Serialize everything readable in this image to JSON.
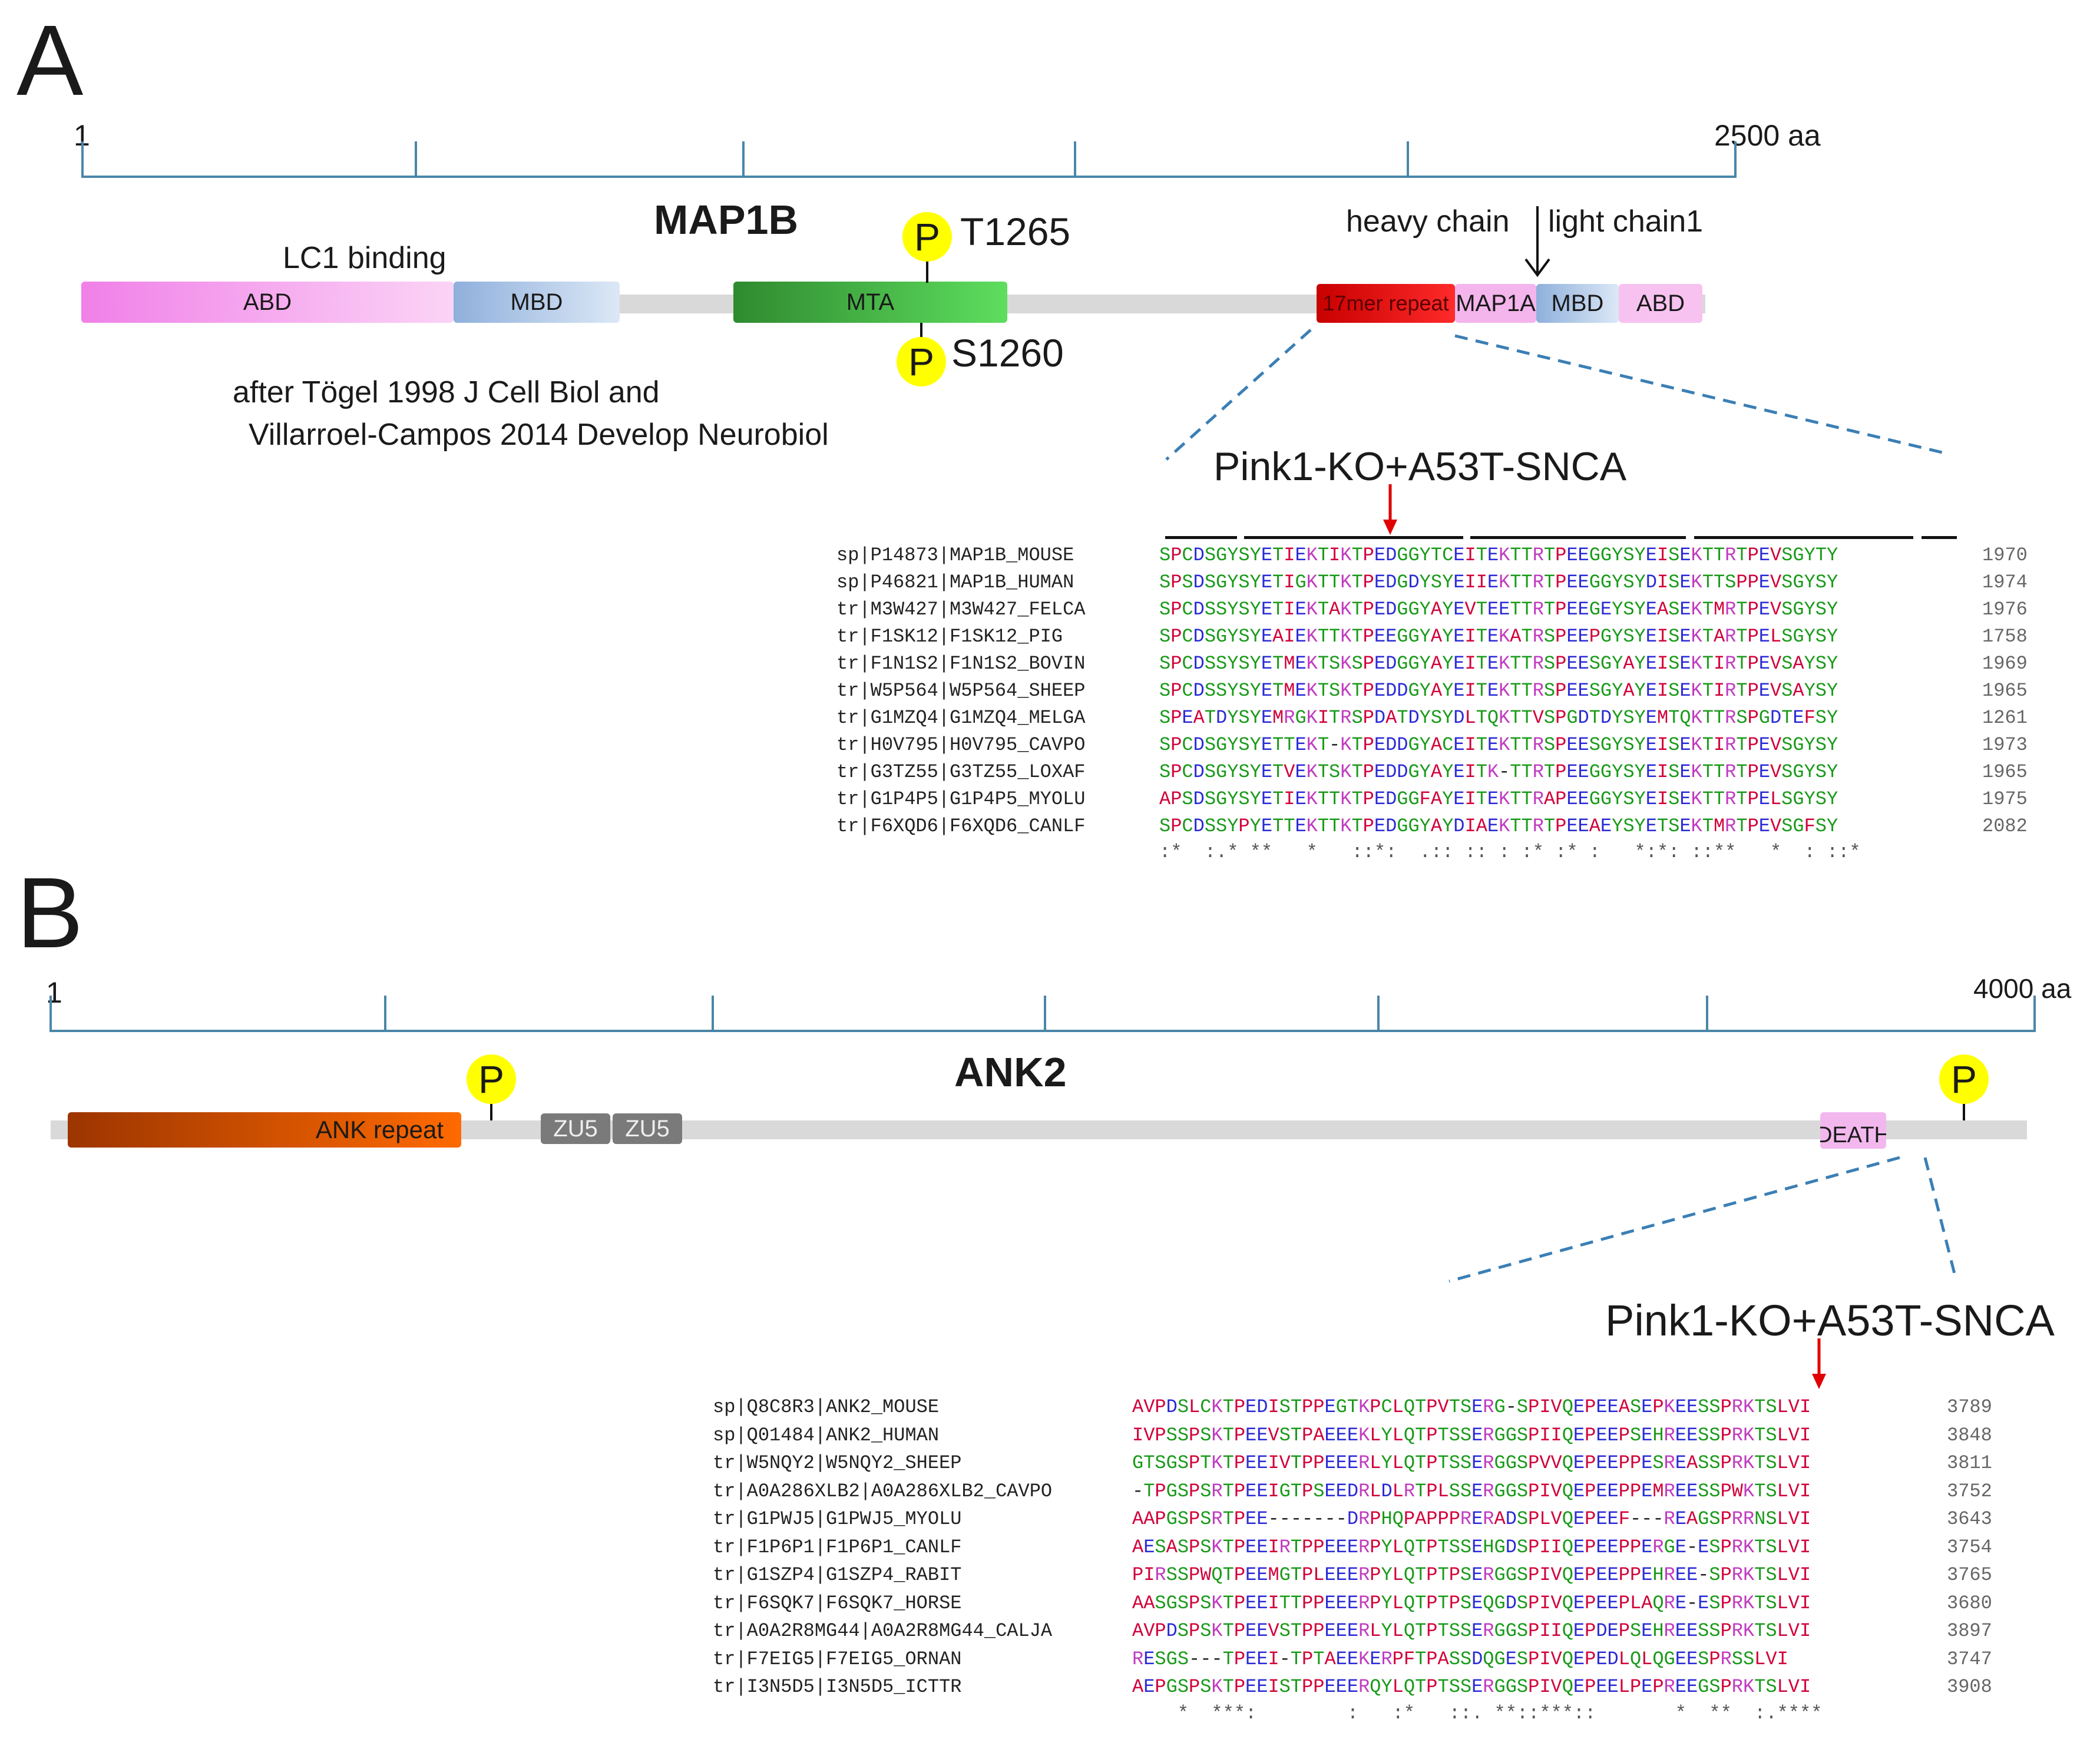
{
  "panelA": {
    "letter": "A",
    "ruler_start": "1",
    "ruler_end": "2500 aa",
    "protein": "MAP1B",
    "lc1_binding": "LC1 binding",
    "heavy_chain": "heavy chain",
    "light_chain": "light chain1",
    "domains": {
      "abd1": "ABD",
      "mbd1": "MBD",
      "mta": "MTA",
      "rep": "17mer repeat",
      "map1a": "MAP1A",
      "mbd2": "MBD",
      "abd2": "ABD"
    },
    "phospho": {
      "p": "P",
      "site1": "T1265",
      "site2": "S1260"
    },
    "credit1": "after Tögel 1998 J Cell Biol and",
    "credit2": "Villarroel-Campos 2014 Develop Neurobiol",
    "mutation": "Pink1-KO+A53T-SNCA",
    "alignment": {
      "names": [
        "sp|P14873|MAP1B_MOUSE",
        "sp|P46821|MAP1B_HUMAN",
        "tr|M3W427|M3W427_FELCA",
        "tr|F1SK12|F1SK12_PIG",
        "tr|F1N1S2|F1N1S2_BOVIN",
        "tr|W5P564|W5P564_SHEEP",
        "tr|G1MZQ4|G1MZQ4_MELGA",
        "tr|H0V795|H0V795_CAVPO",
        "tr|G3TZ55|G3TZ55_LOXAF",
        "tr|G1P4P5|G1P4P5_MYOLU",
        "tr|F6XQD6|F6XQD6_CANLF"
      ],
      "seqs": [
        "SPCDSGYSYETIEKTIKTPEDGGYTCEITEKTTRTPEEGGYSYEISEKTTRTPEVSGYTY",
        "SPSDSGYSYETIGKTTKTPEDGDYSYEIIEKTTRTPEEGGYSYDISEKTTSPPEVSGYSY",
        "SPCDSSYSYETIEKTAKTPEDGGYAYEVTEETTRTPEEGEYSYEASEKTMRTPEVSGYSY",
        "SPCDSGYSYEAIEKTTKTPEEGGYAYEITEKATRSPEEPGYSYEISEKTARTPELSGYSY",
        "SPCDSSYSYETMEKTSKSPEDGGYAYEITEKTTRSPEESGYAYEISEKTIRTPEVSAYSY",
        "SPCDSSYSYETMEKTSKTPEDDGYAYEITEKTTRSPEESGYAYEISEKTIRTPEVSAYSY",
        "SPEATDYSYEMRGKITRSPDATDYSYDLTQKTTVSPGDTDYSYEMTQKTTRSPGDTEFSY",
        "SPCDSGYSYETTEKT-KTPEDDGYACEITEKTTRSPEESGYSYEISEKTIRTPEVSGYSY",
        "SPCDSGYSYETVEKTSKTPEDDGYAYEITK-TTRTPEEGGYSYEISEKTTRTPEVSGYSY",
        "APSDSGYSYETIEKTTKTPEDGGFAYEITEKTTRAPEEGGYSYEISEKTTRTPELSGYSY",
        "SPCDSSYPYETTEKTTKTPEDGGYAYDIAEKTTRTPEEAEYSYETSEKTMRTPEVSGFSY"
      ],
      "nums": [
        "1970",
        "1974",
        "1976",
        "1758",
        "1969",
        "1965",
        "1261",
        "1973",
        "1965",
        "1975",
        "2082"
      ],
      "consensus": ":*  :.* **   *   ::*:  .:: :: : :* :* :   *:*: ::**   *  : ::*"
    }
  },
  "panelB": {
    "letter": "B",
    "ruler_start": "1",
    "ruler_end": "4000 aa",
    "protein": "ANK2",
    "domains": {
      "ank": "ANK repeat",
      "zu5a": "ZU5",
      "zu5b": "ZU5",
      "death": "DEATH"
    },
    "phospho": {
      "p": "P"
    },
    "mutation": "Pink1-KO+A53T-SNCA",
    "alignment": {
      "names": [
        "sp|Q8C8R3|ANK2_MOUSE",
        "sp|Q01484|ANK2_HUMAN",
        "tr|W5NQY2|W5NQY2_SHEEP",
        "tr|A0A286XLB2|A0A286XLB2_CAVPO",
        "tr|G1PWJ5|G1PWJ5_MYOLU",
        "tr|F1P6P1|F1P6P1_CANLF",
        "tr|G1SZP4|G1SZP4_RABIT",
        "tr|F6SQK7|F6SQK7_HORSE",
        "tr|A0A2R8MG44|A0A2R8MG44_CALJA",
        "tr|F7EIG5|F7EIG5_ORNAN",
        "tr|I3N5D5|I3N5D5_ICTTR"
      ],
      "seqs": [
        "AVPDSLCKTPEDISTPPEGTKPCLQTPVTSERG-SPIVQEPEEASEPKEESSPRKTSLVI",
        "IVPSSPSKTPEEVSTPAEEEKLYLQTPTSSERGGSPIIQEPEEPSEHREESSPRKTSLVI",
        "GTSGSPTKTPEEIVTPPEEERLYLQTPTSSERGGSPVVQEPEEPPESREASSPRKTSLVI",
        "-TPGSPSRTPEEIGTPSEEDRLDLRTPLSSERGGSPIVQEPEEPPEMREESSPWKTSLVI",
        "AAPGSPSRTPEE-------DRPHQPAPPPRERADSPLVQEPEEF---REAGSPRRNSLVI",
        "AESASPSKTPEEIRTPPEEERPYLQTPTSSEHGDSPIIQEPEEPPERGE-ESPRKTSLVI",
        "PIRSSPWQTPEEMGTPLEEERPYLQTPTPSERGGSPIVQEPEEPPEHREE-SPRKTSLVI",
        "AASGSPSKTPEEITTPPEEERPYLQTPTPSEQGDSPIVQEPEEPLAQRE-ESPRKTSLVI",
        "AVPDSPSKTPEEVSTPPEEERLYLQTPTSSERGGSPIIQEPDEPSEHREESSPRKTSLVI",
        "RESGS---TPEEI-TPTAEEKERPFTPASSDQGESPIVQEPEDLQLQGEESPRSSLVI",
        "AEPGSPSKTPEEISTPPEEERQYLQTPTSSERGGSPIVQEPEELPEPREEGSPRKTSLVI"
      ],
      "nums": [
        "3789",
        "3848",
        "3811",
        "3752",
        "3643",
        "3754",
        "3765",
        "3680",
        "3897",
        "3747",
        "3908"
      ],
      "consensus": "    *  ***:        :   :*   ::. **::***::       *  **  :.****"
    }
  }
}
